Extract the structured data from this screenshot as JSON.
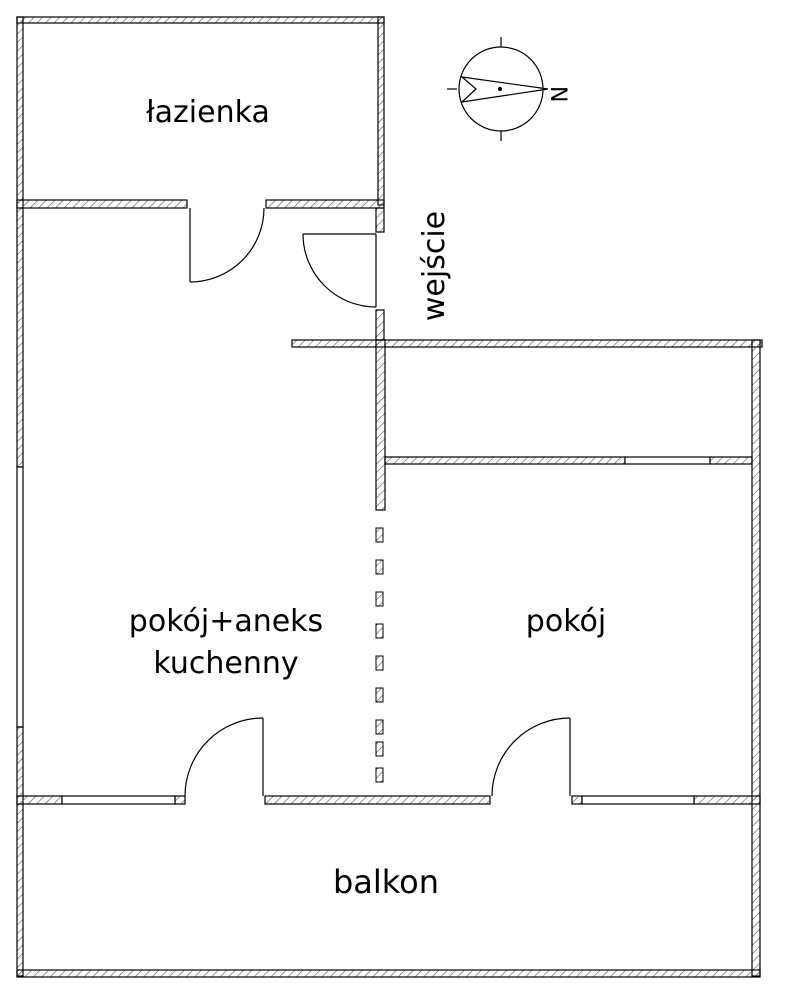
{
  "plan": {
    "rooms": {
      "bathroom": "łazienka",
      "living_kitchen_line1": "pokój+aneks",
      "living_kitchen_line2": "kuchenny",
      "room": "pokój",
      "balcony": "balkon"
    },
    "entrance": "wejście",
    "compass": {
      "north_letter": "N"
    }
  },
  "colors": {
    "wall_line": "#000000",
    "wall_hatch": "#555555",
    "background": "#ffffff"
  }
}
